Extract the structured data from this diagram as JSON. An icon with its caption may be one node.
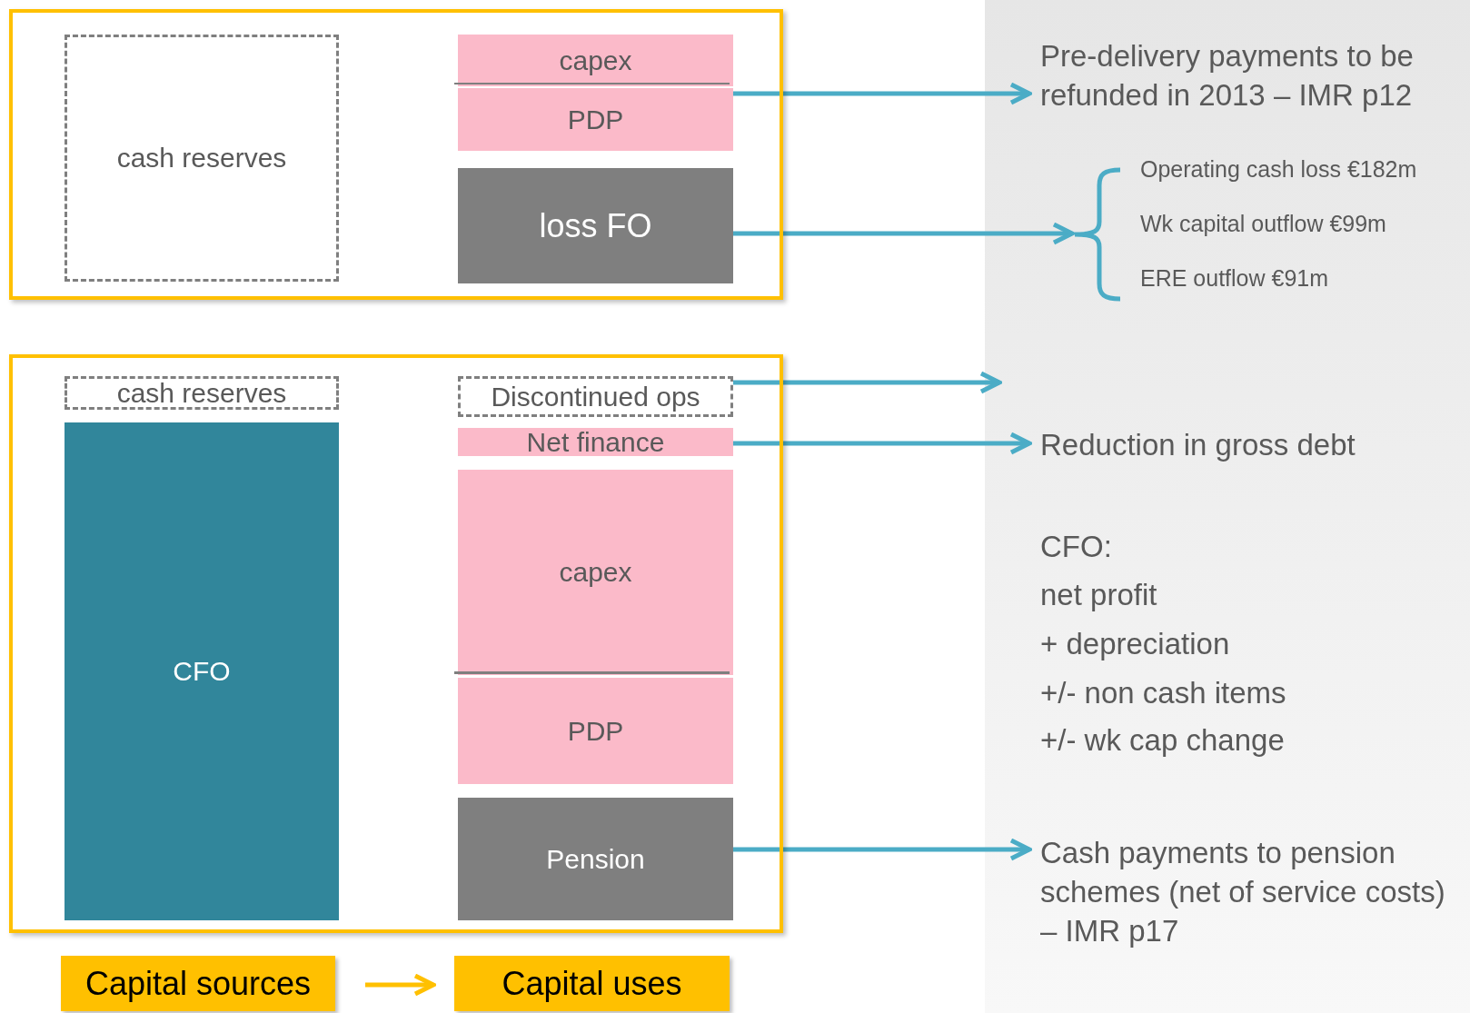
{
  "diagram": {
    "nodes": [
      {
        "text": [],
        "shape": "box"
      },
      {
        "text": [
          "cash reserves"
        ],
        "in": 0
      },
      {
        "text": [
          "capex"
        ],
        "in": 0
      },
      {
        "text": [
          "PDP"
        ],
        "in": 0
      },
      {
        "text": [
          "loss FO"
        ],
        "in": 0
      },
      {
        "text": [],
        "shape": "box"
      },
      {
        "text": [
          "cash reserves"
        ],
        "in": 5
      },
      {
        "text": [
          "CFO"
        ],
        "in": 5
      },
      {
        "text": [
          "Discontinued ops"
        ],
        "in": 5
      },
      {
        "text": [
          "Net finance"
        ],
        "in": 5
      },
      {
        "text": [
          "capex"
        ],
        "in": 5
      },
      {
        "text": [
          "PDP"
        ],
        "in": 5
      },
      {
        "text": [
          "Pension"
        ],
        "in": 5
      },
      {
        "text": [
          "Capital sources"
        ]
      },
      {
        "text": [
          "Capital uses"
        ]
      },
      {
        "text": [
          "Pre-delivery payments to be refunded in 2013 – IMR p12"
        ]
      },
      {
        "text": [],
        "shape": "brace",
        "beside": [
          "Operating cash loss €182m",
          "Wk capital outflow €99m",
          "ERE outflow €91m"
        ]
      },
      {
        "text": [
          "Reduction in gross debt"
        ]
      },
      {
        "text": [
          "Cash payments to pension schemes (net of service costs) – IMR p17"
        ]
      }
    ],
    "edges": [
      {
        "from": 3,
        "to": 15,
        "arrow": "to"
      },
      {
        "from": 4,
        "to": 16,
        "arrow": "to"
      },
      {
        "from": 8,
        "to": null,
        "arrow": "to"
      },
      {
        "from": 9,
        "to": 17,
        "arrow": "to"
      },
      {
        "from": 12,
        "to": 18,
        "arrow": "to"
      },
      {
        "from": 13,
        "to": 14,
        "arrow": "to",
        "color": "#ffc000"
      }
    ],
    "labels": [
      "CFO:",
      "net profit",
      "+ depreciation",
      "+/- non cash items",
      "+/- wk cap change"
    ]
  }
}
